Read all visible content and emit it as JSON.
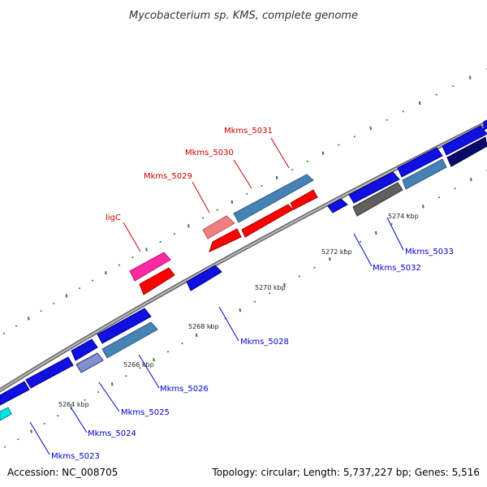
{
  "title": "Mycobacterium sp. KMS, complete genome",
  "accession": "Accession: NC_008705",
  "summary": "Topology: circular; Length: 5,737,227 bp; Genes: 5,516",
  "colors": {
    "backbone": "#888888",
    "tick_dots": "#2e7d32",
    "red_label": "#cc0000",
    "blue_label": "#0000cc"
  },
  "tick_labels": [
    "5264 kbp",
    "5266 kbp",
    "5268 kbp",
    "5270 kbp",
    "5272 kbp",
    "5274 kbp"
  ],
  "gene_labels": {
    "ligC": "ligC",
    "Mkms_5029": "Mkms_5029",
    "Mkms_5030": "Mkms_5030",
    "Mkms_5031": "Mkms_5031",
    "Mkms_5023": "Mkms_5023",
    "Mkms_5024": "Mkms_5024",
    "Mkms_5025": "Mkms_5025",
    "Mkms_5026": "Mkms_5026",
    "Mkms_5028": "Mkms_5028",
    "Mkms_5032": "Mkms_5032",
    "Mkms_5033": "Mkms_5033"
  }
}
